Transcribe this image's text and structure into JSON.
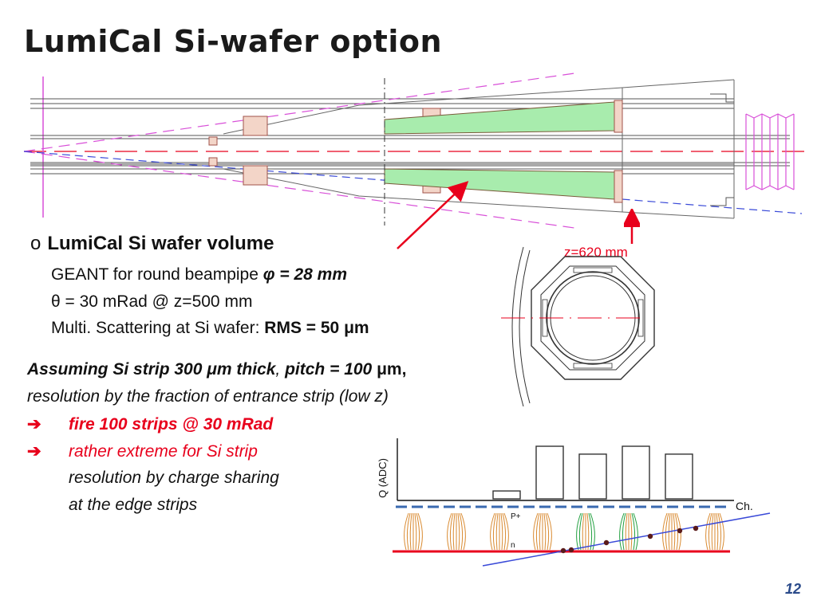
{
  "slide": {
    "title": "LumiCal Si-wafer option",
    "page_number": "12"
  },
  "bullet": {
    "marker": "o",
    "heading": "LumiCal Si wafer volume",
    "line1_text": "GEANT for round beampipe ",
    "line1_value": "φ = 28 mm",
    "line2_text": "θ = 30 mRad @ z=500 mm",
    "line3_text": "Multi. Scattering at Si wafer:  ",
    "line3_value": "RMS = 50 μm"
  },
  "assumption": {
    "line1_bold_italic": "Assuming Si strip 300 μm thick",
    "line1_comma": ", ",
    "line1_pitch": "pitch = 100 ",
    "line1_unit": "μm,",
    "line2": "resolution by the fraction of entrance strip  (low z)"
  },
  "conclusions": {
    "arrow_glyph": "➔",
    "item1": "fire 100 strips @ 30 mRad",
    "item2": "rather extreme for Si strip",
    "item3": "resolution by charge sharing",
    "item4": "at the edge strips"
  },
  "diagram": {
    "z_label": "z=620 mm"
  },
  "readout_plot": {
    "ylabel": "Q (ADC)",
    "xlabel": "Ch.",
    "label_p": "P+",
    "label_n": "n",
    "bar_heights": [
      0,
      0,
      0.15,
      1.0,
      0.85,
      1.0,
      0.85
    ]
  },
  "colors": {
    "accent_red": "#e8001c",
    "green_fill": "#a8ecad",
    "pink_line": "#d84fd8",
    "blue_line": "#3a4ad8"
  }
}
